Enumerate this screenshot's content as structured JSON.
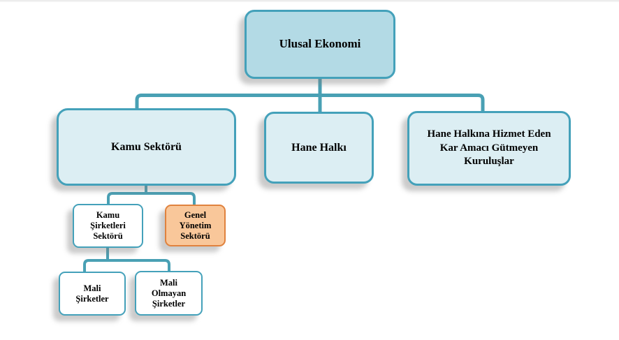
{
  "diagram": {
    "type": "hierarchy-org-chart",
    "language": "tr",
    "nodes": {
      "ulusal_ekonomi": {
        "label": "Ulusal Ekonomi",
        "fill": "#b3dae5",
        "border": "#44a1ba",
        "highlighted": false
      },
      "kamu_sektoru": {
        "label": "Kamu Sektörü",
        "fill": "#dceef3",
        "border": "#44a1ba",
        "highlighted": false
      },
      "hane_halki": {
        "label": "Hane Halkı",
        "fill": "#dceef3",
        "border": "#44a1ba",
        "highlighted": false
      },
      "hane_halkina_hizmet": {
        "label": "Hane Halkına Hizmet Eden Kar Amacı Gütmeyen Kuruluşlar",
        "lines": [
          "Hane Halkına Hizmet Eden",
          "Kar Amacı Gütmeyen",
          "Kuruluşlar"
        ],
        "fill": "#dceef3",
        "border": "#44a1ba",
        "highlighted": false
      },
      "kamu_sirketleri": {
        "label": "Kamu Şirketleri Sektörü",
        "lines": [
          "Kamu",
          "Şirketleri",
          "Sektörü"
        ],
        "fill": "#ffffff",
        "border": "#44a1ba",
        "highlighted": false
      },
      "genel_yonetim": {
        "label": "Genel Yönetim Sektörü",
        "lines": [
          "Genel",
          "Yönetim",
          "Sektörü"
        ],
        "fill": "#f9c79a",
        "border": "#e0823e",
        "highlighted": true
      },
      "mali_sirketler": {
        "label": "Mali Şirketler",
        "lines": [
          "Mali",
          "Şirketler"
        ],
        "fill": "#ffffff",
        "border": "#44a1ba",
        "highlighted": false
      },
      "mali_olmayan_sirketler": {
        "label": "Mali Olmayan Şirketler",
        "lines": [
          "Mali",
          "Olmayan",
          "Şirketler"
        ],
        "fill": "#ffffff",
        "border": "#44a1ba",
        "highlighted": false
      }
    },
    "edges": [
      {
        "from": "ulusal_ekonomi",
        "to": [
          "kamu_sektoru",
          "hane_halki",
          "hane_halkina_hizmet"
        ]
      },
      {
        "from": "kamu_sektoru",
        "to": [
          "kamu_sirketleri",
          "genel_yonetim"
        ]
      },
      {
        "from": "kamu_sirketleri",
        "to": [
          "mali_sirketler",
          "mali_olmayan_sirketler"
        ]
      }
    ]
  },
  "palette": {
    "connector": "#49a0b4",
    "teal_border": "#44a1ba",
    "blue_fill_dark": "#b3dae5",
    "blue_fill_light": "#dceef3",
    "orange_fill": "#f9c79a",
    "orange_border": "#e0823e",
    "text": "#000000",
    "background": "#ffffff",
    "top_edge_line": "#f3f3f3"
  }
}
